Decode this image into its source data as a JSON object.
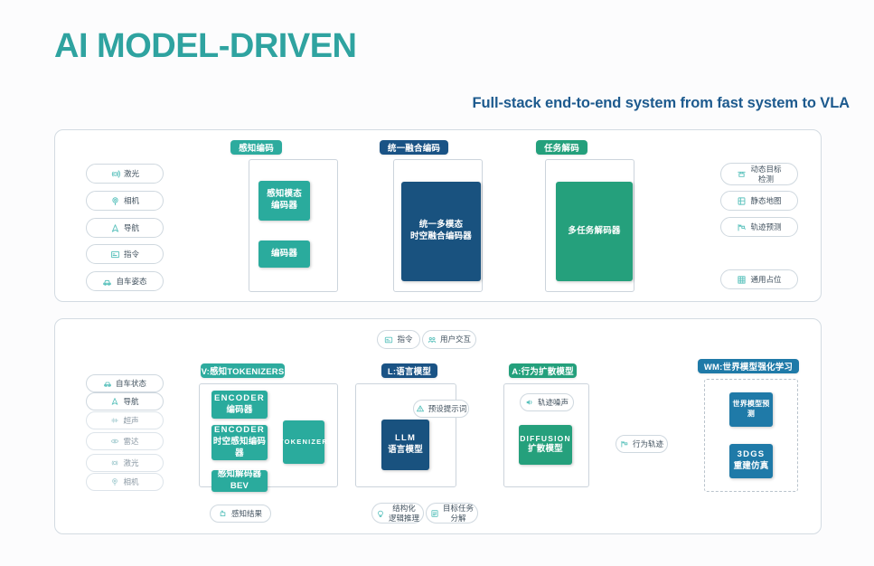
{
  "header": {
    "title": "AI MODEL-DRIVEN",
    "subtitle": "Full-stack end-to-end system from fast system to VLA",
    "title_color": "#2fa3a0",
    "subtitle_color": "#1d5a8e"
  },
  "colors": {
    "teal": "#2dab9e",
    "green": "#24a07c",
    "blue": "#1a5385",
    "blue_light": "#1f7aa8",
    "panel_border": "#d3dbe2",
    "wire": "#9aa7b2"
  },
  "top_panel": {
    "badges": [
      {
        "label": "感知编码",
        "style": "teal"
      },
      {
        "label": "统一融合编码",
        "style": "blue"
      },
      {
        "label": "任务解码",
        "style": "green"
      }
    ],
    "inputs": [
      {
        "label": "激光",
        "icon": "lidar-icon"
      },
      {
        "label": "相机",
        "icon": "camera-icon"
      },
      {
        "label": "导航",
        "icon": "navigation-icon"
      },
      {
        "label": "指令",
        "icon": "command-icon"
      },
      {
        "label": "自车姿态",
        "icon": "ego-pose-icon"
      }
    ],
    "encoders": [
      {
        "line1": "感知模态",
        "line2": "编码器"
      },
      {
        "line1": "编码器",
        "line2": ""
      }
    ],
    "fusion": {
      "line1": "统一多模态",
      "line2": "时空融合编码器"
    },
    "decoder": {
      "line1": "多任务解码器",
      "line2": ""
    },
    "outputs": [
      {
        "line1": "动态目标",
        "line2": "检测",
        "icon": "object-detection-icon"
      },
      {
        "line1": "静态地图",
        "line2": "",
        "icon": "map-icon"
      },
      {
        "line1": "轨迹预测",
        "line2": "",
        "icon": "trajectory-icon"
      },
      {
        "line1": "通用占位",
        "line2": "",
        "icon": "occupancy-icon"
      }
    ]
  },
  "bottom_panel": {
    "badges": [
      {
        "label": "V:感知TOKENIZERS",
        "style": "teal"
      },
      {
        "label": "L:语言模型",
        "style": "blue"
      },
      {
        "label": "A:行为扩散模型",
        "style": "green"
      },
      {
        "label": "WM:世界模型强化学习",
        "style": "blue_light"
      }
    ],
    "top_inputs": [
      {
        "label": "指令",
        "icon": "command-icon"
      },
      {
        "label": "用户交互",
        "icon": "users-icon"
      }
    ],
    "inputs": [
      {
        "label": "自车状态",
        "icon": "ego-pose-icon",
        "faded": false
      },
      {
        "label": "导航",
        "icon": "navigation-icon",
        "faded": false
      },
      {
        "label": "超声",
        "icon": "ultrasonic-icon",
        "faded": true
      },
      {
        "label": "雷达",
        "icon": "radar-icon",
        "faded": true
      },
      {
        "label": "激光",
        "icon": "lidar-icon",
        "faded": true
      },
      {
        "label": "相机",
        "icon": "camera-icon",
        "faded": true
      }
    ],
    "vision": {
      "encoder_a": {
        "en": "ENCODER",
        "ln": "编码器"
      },
      "encoder_b": {
        "en": "ENCODER",
        "ln": "时空感知编码器"
      },
      "bev": {
        "line1": "感知解码器",
        "line2": "BEV"
      },
      "tokenizer": {
        "en": "TOKENIZER",
        "ln": ""
      },
      "output": {
        "label": "感知结果",
        "icon": "perception-result-icon"
      }
    },
    "language": {
      "model": {
        "en": "LLM",
        "ln": "语言模型"
      },
      "prompt": {
        "label": "预设提示词",
        "icon": "prompt-icon"
      },
      "outputs": [
        {
          "line1": "结构化",
          "line2": "逻辑推理",
          "icon": "reasoning-icon"
        },
        {
          "line1": "目标任务",
          "line2": "分解",
          "icon": "task-decomposition-icon"
        }
      ]
    },
    "action": {
      "model": {
        "en": "DIFFUSION",
        "ln": "扩散模型"
      },
      "noise": {
        "label": "轨迹噪声",
        "icon": "noise-icon"
      },
      "trajectory": {
        "label": "行为轨迹",
        "icon": "trajectory-icon"
      }
    },
    "world_model": {
      "boxes": [
        {
          "line1": "世界模型预测",
          "line2": ""
        },
        {
          "line1": "3DGS",
          "line2": "重建仿真"
        }
      ]
    }
  }
}
